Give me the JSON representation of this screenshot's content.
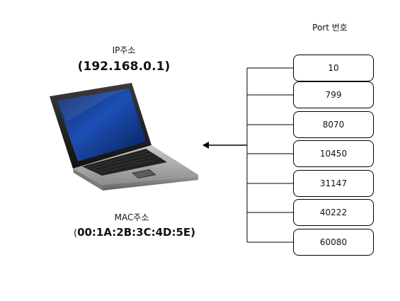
{
  "ports_title": "Port 번호",
  "ip_label": "IP주소",
  "ip_value": "(192.168.0.1)",
  "mac_label": "MAC주소",
  "mac_prefix": "(",
  "mac_value": "00:1A:2B:3C:4D:5E)",
  "ports": [
    "10",
    "799",
    "8070",
    "10450",
    "31147",
    "40222",
    "60080"
  ],
  "icons": {
    "computer": "laptop-icon"
  }
}
